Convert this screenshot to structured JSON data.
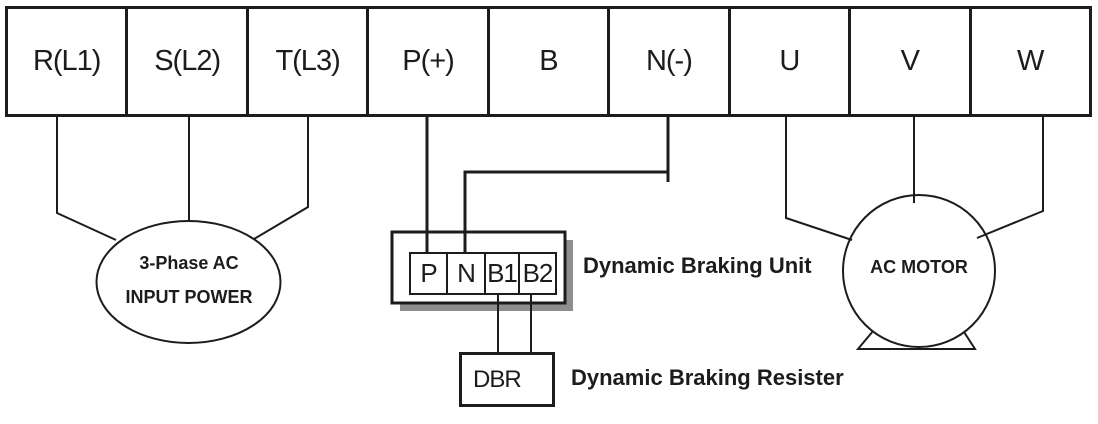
{
  "colors": {
    "line": "#1c1c1c",
    "shadow": "#8e8e8e",
    "background": "#ffffff"
  },
  "terminal_strip": {
    "terminals": [
      "R(L1)",
      "S(L2)",
      "T(L3)",
      "P(+)",
      "B",
      "N(-)",
      "U",
      "V",
      "W"
    ]
  },
  "power_source": {
    "line1": "3-Phase AC",
    "line2": "INPUT POWER"
  },
  "braking_unit": {
    "terminals": [
      "P",
      "N",
      "B1",
      "B2"
    ],
    "label": "Dynamic Braking Unit"
  },
  "braking_resistor": {
    "box_label": "DBR",
    "label": "Dynamic Braking Resister"
  },
  "motor": {
    "label": "AC MOTOR"
  }
}
